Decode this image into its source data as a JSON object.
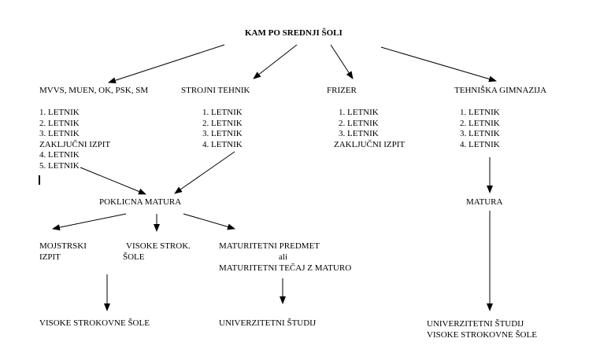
{
  "title": "KAM PO SREDNJI ŠOLI",
  "schools": {
    "mvvs": {
      "label": "MVVS, MUEN, OK, PSK, SM",
      "years": [
        "1. LETNIK",
        "2. LETNIK",
        "3. LETNIK",
        "ZAKLJUČNI IZPIT",
        "4. LETNIK",
        "5. LETNIK"
      ]
    },
    "strojni": {
      "label": "STROJNI TEHNIK",
      "years": [
        "1. LETNIK",
        "2. LETNIK",
        "3. LETNIK",
        "4. LETNIK"
      ]
    },
    "frizer": {
      "label": "FRIZER",
      "years": [
        "1. LETNIK",
        "2. LETNIK",
        "3. LETNIK",
        "ZAKLJUČNI IZPIT"
      ]
    },
    "gimnazija": {
      "label": "TEHNIŠKA GIMNAZIJA",
      "years": [
        "1. LETNIK",
        "2. LETNIK",
        "3. LETNIK",
        "4. LETNIK"
      ]
    }
  },
  "exams": {
    "poklicna": "POKLICNA MATURA",
    "matura": "MATURA"
  },
  "options": {
    "mojstrski": [
      "MOJSTRSKI",
      "IZPIT"
    ],
    "visoke": [
      "VISOKE STROK.",
      "ŠOLE"
    ],
    "maturitetni": [
      "MATURITETNI PREDMET",
      "ali",
      "MATURITETNI TEČAJ Z MATURO"
    ]
  },
  "outcomes": {
    "visoke_strokovne": "VISOKE STROKOVNE ŠOLE",
    "univerzitetni": "UNIVERZITETNI ŠTUDIJ",
    "gimnazija": [
      "UNIVERZITETNI ŠTUDIJ",
      "VISOKE STROKOVNE ŠOLE"
    ]
  }
}
